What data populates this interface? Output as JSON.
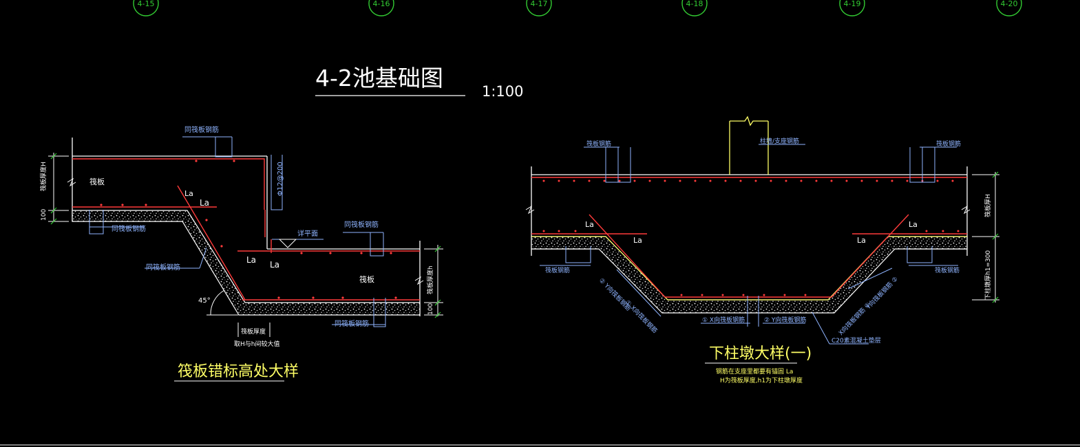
{
  "title": {
    "text": "4-2池基础图",
    "scale": "1:100"
  },
  "axis_bubbles": [
    "4-15",
    "4-16",
    "4-17",
    "4-18",
    "4-19",
    "4-20"
  ],
  "left_detail": {
    "caption": "筏板错标高处大样",
    "labels": {
      "same_raft_top_a": "同筏板钢筋",
      "raft_a": "筏板",
      "rebar_spec": "Φ12@200",
      "same_raft_under": "同筏板钢筋",
      "floor_level": "详平面",
      "same_raft_right": "同筏板钢筋",
      "same_raft_slope": "同筏板钢筋",
      "raft_b": "筏板",
      "same_raft_bottom": "同筏板钢筋",
      "raft_thickness_h": "筏板厚度H",
      "raft_thickness_h1": "筏板厚度h",
      "dim_100_left": "100",
      "dim_100_right": "100",
      "angle": "45°",
      "note_1": "筏板厚度",
      "note_2": "取H与h间较大值",
      "la_1": "La",
      "la_2": "La",
      "la_3": "La",
      "la_4": "La"
    }
  },
  "right_detail": {
    "caption": "下柱墩大样(一)",
    "notes": [
      "钢筋在支座里都要有锚固 La",
      "H为筏板厚度,h1为下柱墩厚度"
    ],
    "labels": {
      "raft_rebar_left": "筏板钢筋",
      "column_wall_rebar": "柱墙/支座钢筋",
      "raft_rebar_right": "筏板钢筋",
      "raft_rebar_bottom_left": "筏板钢筋",
      "raft_rebar_bottom_right": "筏板钢筋",
      "raft_thickness_H": "筏板厚H",
      "pier_thickness": "下柱墩厚h1=300",
      "y_rebar_left": "② Y向筏板钢筋",
      "x_rebar_left": "① X向筏板钢筋",
      "x_rebar_right": "X向筏板钢筋 ①",
      "y_rebar_right": "Y向筏板钢筋 ②",
      "x_rebar_bottom": "① X向筏板钢筋",
      "y_rebar_bottom": "② Y向筏板钢筋",
      "cushion": "C20素混凝土垫层",
      "la_1": "La",
      "la_2": "La",
      "la_3": "La",
      "la_4": "La"
    }
  },
  "colors": {
    "background": "#000000",
    "outline": "#ffffff",
    "rebar": "#ff3b3b",
    "annotation": "#8fb4ff",
    "title": "#ffffff",
    "caption": "#ffff66",
    "axis_bubble": "#33cc33",
    "cushion_edge": "#ffff66"
  }
}
